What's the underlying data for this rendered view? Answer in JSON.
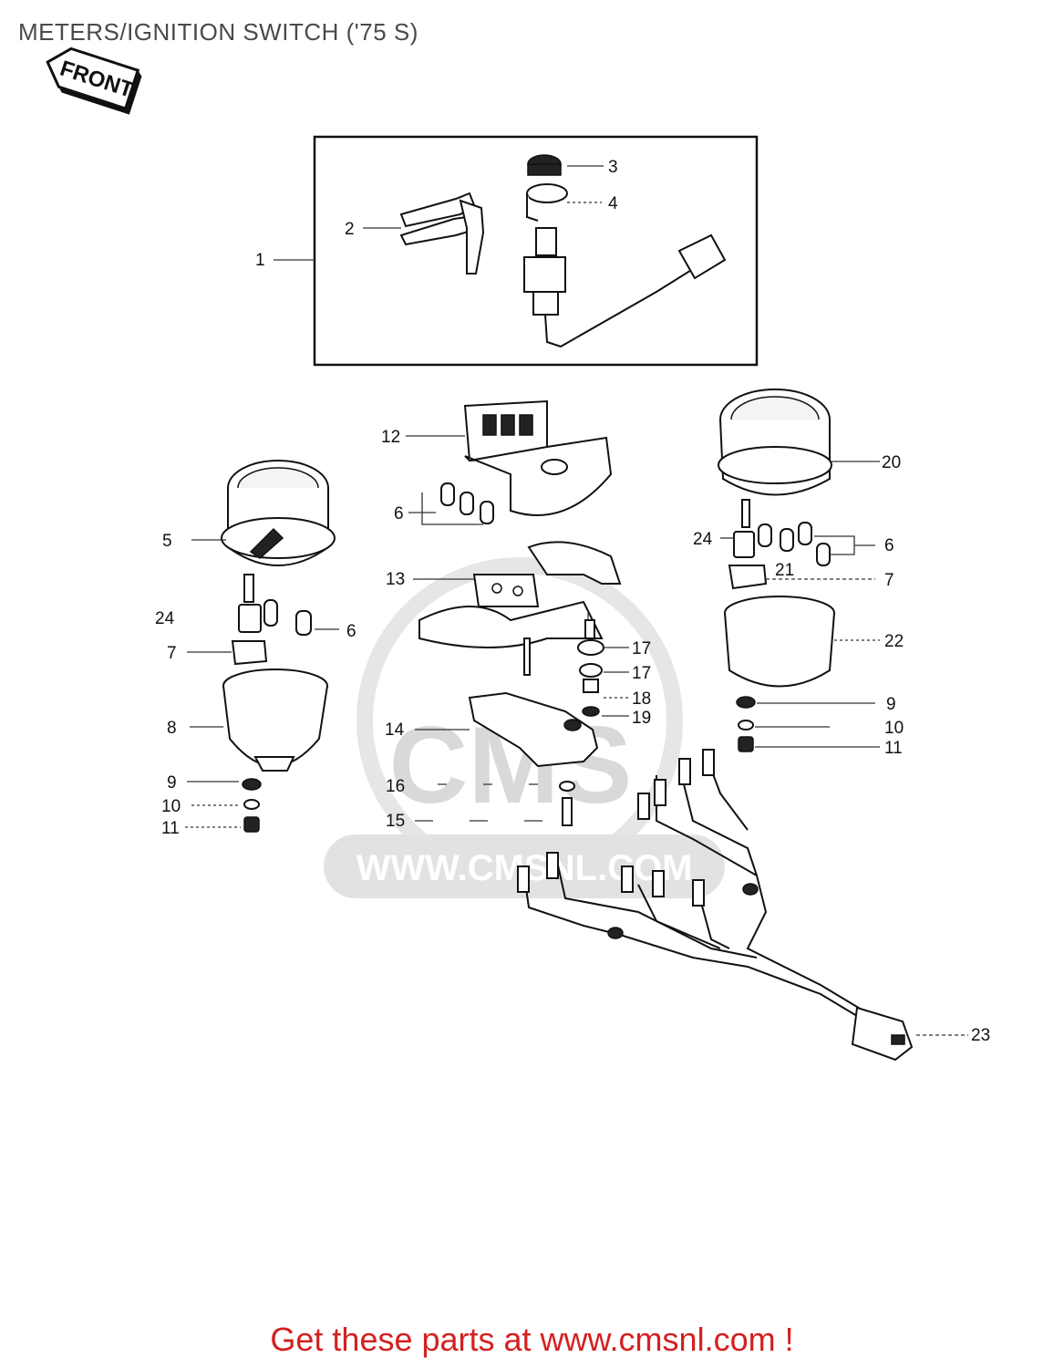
{
  "header": {
    "title": "METERS/IGNITION SWITCH ('75 S)"
  },
  "front_badge": {
    "label": "FRONT"
  },
  "watermark": {
    "url": "WWW.CMSNL.COM",
    "logo_text": "CMS"
  },
  "callouts": {
    "c1": "1",
    "c2": "2",
    "c3": "3",
    "c4": "4",
    "c5": "5",
    "c6a": "6",
    "c6b": "6",
    "c6c": "6",
    "c7a": "7",
    "c7b": "7",
    "c8": "8",
    "c9a": "9",
    "c9b": "9",
    "c10a": "10",
    "c10b": "10",
    "c11a": "11",
    "c11b": "11",
    "c12": "12",
    "c13": "13",
    "c14": "14",
    "c15": "15",
    "c16": "16",
    "c17a": "17",
    "c17b": "17",
    "c18": "18",
    "c19": "19",
    "c20": "20",
    "c21": "21",
    "c22": "22",
    "c23": "23",
    "c24a": "24",
    "c24b": "24"
  },
  "footer": {
    "cta": "Get these parts at www.cmsnl.com !"
  }
}
